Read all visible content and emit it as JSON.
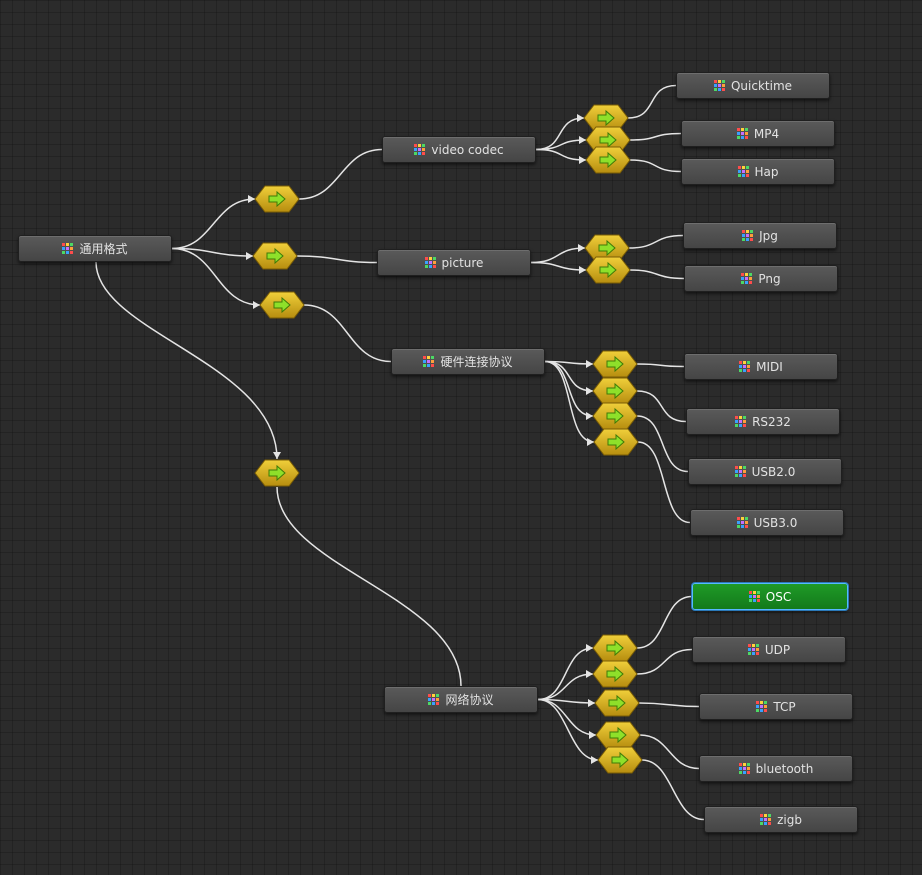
{
  "colors": {
    "background": "#2b2b2b",
    "node": "#4f4f4f",
    "node_active": "#1a8f22",
    "node_active_border": "#58b8ff",
    "transition": "#d8b21c",
    "arrow": "#7ed321",
    "wire": "#e4e4e4"
  },
  "icons": {
    "node": "colored-grid-icon",
    "transition": "green-arrow-icon"
  },
  "nodes": [
    {
      "id": "root",
      "label": "通用格式"
    },
    {
      "id": "video",
      "label": "video codec"
    },
    {
      "id": "quicktime",
      "label": "Quicktime"
    },
    {
      "id": "mp4",
      "label": "MP4"
    },
    {
      "id": "hap",
      "label": "Hap"
    },
    {
      "id": "picture",
      "label": "picture"
    },
    {
      "id": "jpg",
      "label": "Jpg"
    },
    {
      "id": "png",
      "label": "Png"
    },
    {
      "id": "hardware",
      "label": "硬件连接协议"
    },
    {
      "id": "midi",
      "label": "MIDI"
    },
    {
      "id": "rs232",
      "label": "RS232"
    },
    {
      "id": "usb2",
      "label": "USB2.0"
    },
    {
      "id": "usb3",
      "label": "USB3.0"
    },
    {
      "id": "osc",
      "label": "OSC",
      "active": true
    },
    {
      "id": "udp",
      "label": "UDP"
    },
    {
      "id": "network",
      "label": "网络协议"
    },
    {
      "id": "tcp",
      "label": "TCP"
    },
    {
      "id": "bluetooth",
      "label": "bluetooth"
    },
    {
      "id": "zigb",
      "label": "zigb"
    }
  ],
  "transitions": [
    {
      "id": "t_video",
      "from": "root",
      "to": "video"
    },
    {
      "id": "t_picture",
      "from": "root",
      "to": "picture"
    },
    {
      "id": "t_hardware",
      "from": "root",
      "to": "hardware"
    },
    {
      "id": "t_network",
      "from": "root",
      "to": "network"
    },
    {
      "id": "t_quicktime",
      "from": "video",
      "to": "quicktime"
    },
    {
      "id": "t_mp4",
      "from": "video",
      "to": "mp4"
    },
    {
      "id": "t_hap",
      "from": "video",
      "to": "hap"
    },
    {
      "id": "t_jpg",
      "from": "picture",
      "to": "jpg"
    },
    {
      "id": "t_png",
      "from": "picture",
      "to": "png"
    },
    {
      "id": "t_midi",
      "from": "hardware",
      "to": "midi"
    },
    {
      "id": "t_rs232",
      "from": "hardware",
      "to": "rs232"
    },
    {
      "id": "t_usb2",
      "from": "hardware",
      "to": "usb2"
    },
    {
      "id": "t_usb3",
      "from": "hardware",
      "to": "usb3"
    },
    {
      "id": "t_osc",
      "from": "network",
      "to": "osc"
    },
    {
      "id": "t_udp",
      "from": "network",
      "to": "udp"
    },
    {
      "id": "t_tcp",
      "from": "network",
      "to": "tcp"
    },
    {
      "id": "t_bluetooth",
      "from": "network",
      "to": "bluetooth"
    },
    {
      "id": "t_zigb",
      "from": "network",
      "to": "zigb"
    }
  ]
}
